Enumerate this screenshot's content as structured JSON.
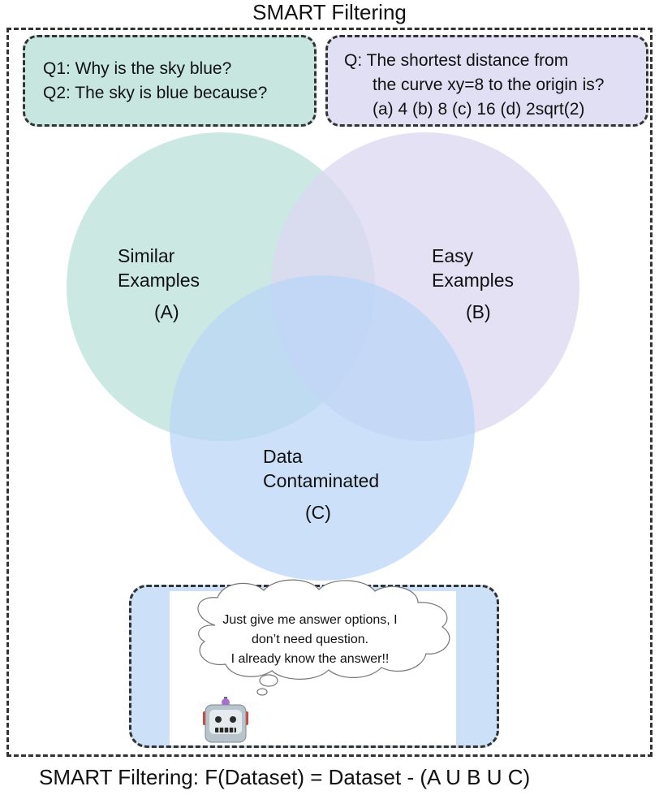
{
  "title": "SMART Filtering",
  "similar_box": {
    "q1": "Q1: Why is the sky blue?",
    "q2": "Q2: The sky is blue because?"
  },
  "easy_box": {
    "line1": "Q: The shortest distance from",
    "line2": "the curve xy=8 to the origin is?",
    "line3": "(a) 4 (b) 8 (c) 16 (d) 2sqrt(2)"
  },
  "venn": {
    "a": {
      "line1": "Similar",
      "line2": "Examples",
      "tag": "(A)",
      "color": "#bde1db"
    },
    "b": {
      "line1": "Easy",
      "line2": "Examples",
      "tag": "(B)",
      "color": "#dcd9f2"
    },
    "c": {
      "line1": "Data",
      "line2": "Contaminated",
      "tag": "(C)",
      "color": "#b9d6f6"
    }
  },
  "thought": {
    "line1": "Just give me answer options, I",
    "line2": "don’t need question.",
    "line3": "I already know the answer!!"
  },
  "formula": "SMART Filtering: F(Dataset) = Dataset - (A U B U C)"
}
